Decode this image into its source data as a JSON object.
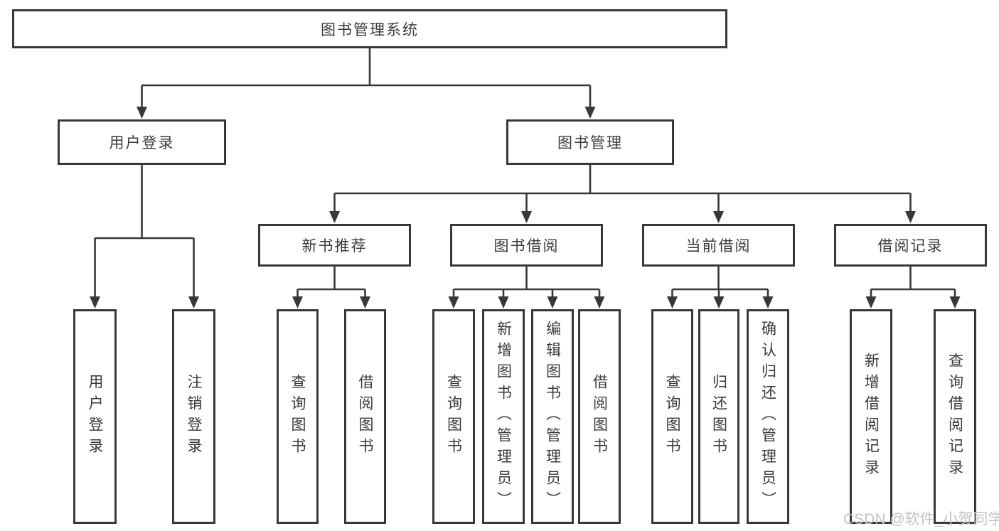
{
  "tree": {
    "root": {
      "label": "图书管理系统",
      "children": [
        {
          "label": "用户登录",
          "children": [
            {
              "label": "用户登录"
            },
            {
              "label": "注销登录"
            }
          ]
        },
        {
          "label": "图书管理",
          "children": [
            {
              "label": "新书推荐",
              "children": [
                {
                  "label": "查询图书"
                },
                {
                  "label": "借阅图书"
                }
              ]
            },
            {
              "label": "图书借阅",
              "children": [
                {
                  "label": "查询图书"
                },
                {
                  "label": "新增图书（管理员）"
                },
                {
                  "label": "编辑图书（管理员）"
                },
                {
                  "label": "借阅图书"
                }
              ]
            },
            {
              "label": "当前借阅",
              "children": [
                {
                  "label": "查询图书"
                },
                {
                  "label": "归还图书"
                },
                {
                  "label": "确认归还（管理员）"
                }
              ]
            },
            {
              "label": "借阅记录",
              "children": [
                {
                  "label": "新增借阅记录"
                },
                {
                  "label": "查询借阅记录"
                }
              ]
            }
          ]
        }
      ]
    }
  },
  "watermark": {
    "text": "CSDN @软件_小贺同学"
  },
  "colors": {
    "line": "#383838",
    "text": "#3a3a3a",
    "background": "#ffffff",
    "watermark": "#c3c3c3"
  }
}
